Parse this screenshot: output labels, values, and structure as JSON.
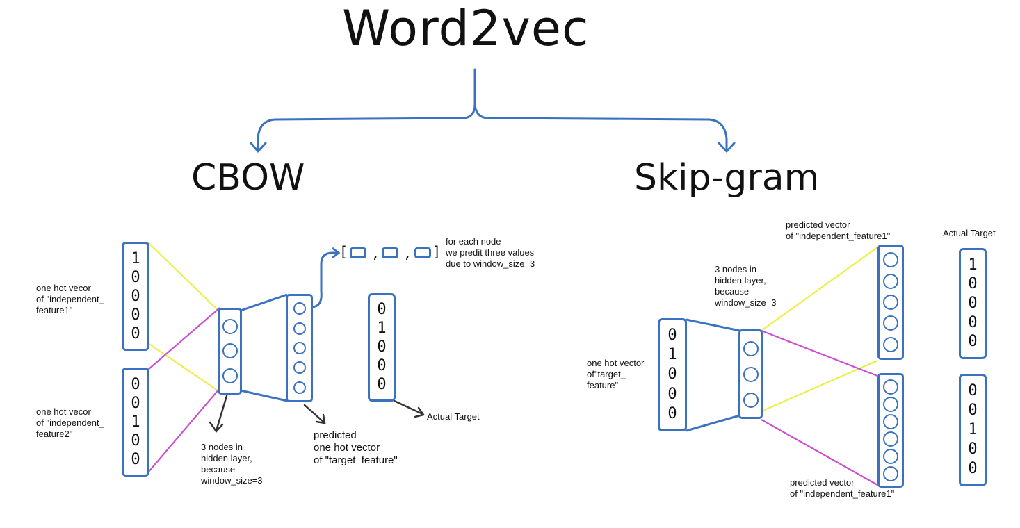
{
  "title": "Word2vec",
  "cbow": {
    "heading": "CBOW",
    "input1_label": "one hot vecor\nof \"independent_\nfeature1\"",
    "input1_digits": [
      "1",
      "0",
      "0",
      "0",
      "0"
    ],
    "input2_label": "one hot vecor\nof \"independent_\nfeature2\"",
    "input2_digits": [
      "0",
      "0",
      "1",
      "0",
      "0"
    ],
    "hidden_label": "3 nodes in\nhidden layer,\nbecause\nwindow_size=3",
    "predicted_label": "predicted\none hot vector\nof \"target_feature\"",
    "target_digits": [
      "0",
      "1",
      "0",
      "0",
      "0"
    ],
    "target_label": "Actual Target",
    "bracket_note": "for each node\nwe predit three values\ndue to window_size=3",
    "bracket_open": "[",
    "bracket_close": "]",
    "comma": ","
  },
  "skipgram": {
    "heading": "Skip-gram",
    "input_label": "one hot vector\nof\"target_\nfeature\"",
    "input_digits": [
      "0",
      "1",
      "0",
      "0",
      "0"
    ],
    "hidden_label": "3 nodes in\nhidden layer,\nbecause\nwindow_size=3",
    "pred_top_label": "predicted vector\nof \"independent_feature1\"",
    "pred_bottom_label": "predicted vector\nof \"independent_feature1\"",
    "actual_target_label": "Actual Target",
    "target1_digits": [
      "1",
      "0",
      "0",
      "0",
      "0"
    ],
    "target2_digits": [
      "0",
      "0",
      "1",
      "0",
      "0"
    ]
  },
  "colors": {
    "blue": "#3b72c0",
    "yellow": "#ecef4a",
    "magenta": "#cc4fd0",
    "dark": "#333333"
  }
}
